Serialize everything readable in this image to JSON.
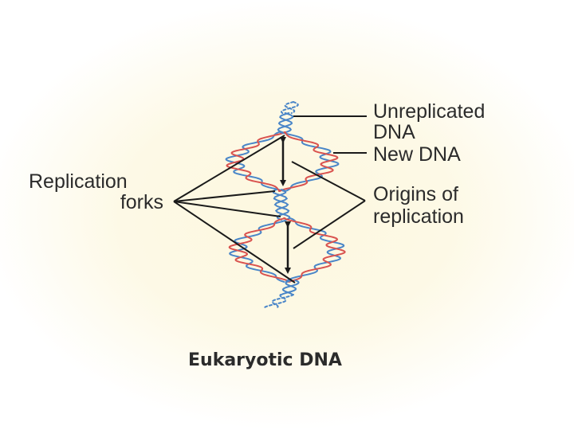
{
  "diagram": {
    "caption": "Eukaryotic DNA",
    "labels": {
      "replication_forks_line1": "Replication",
      "replication_forks_line2": "forks",
      "unreplicated_line1": "Unreplicated",
      "unreplicated_line2": "DNA",
      "new_dna": "New DNA",
      "origins_line1": "Origins of",
      "origins_line2": "replication"
    },
    "colors": {
      "parental_strand": "#4a86c8",
      "new_strand": "#d9534f",
      "leader_lines": "#1a1a1a",
      "background_tint": "#fdf8df"
    }
  }
}
